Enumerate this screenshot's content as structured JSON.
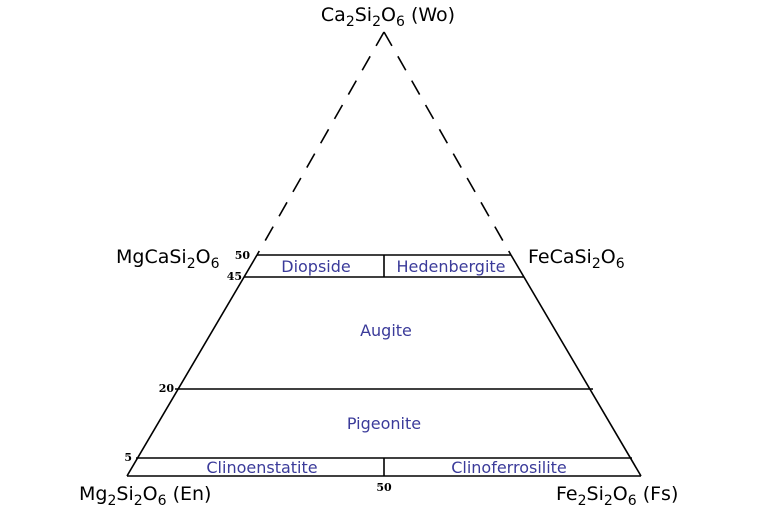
{
  "corners": {
    "wo": {
      "base": "Ca",
      "sub1": "2",
      "mid": "Si",
      "sub2": "2",
      "end": "O",
      "sub3": "6",
      "suffix": " (Wo)"
    },
    "en": {
      "base": "Mg",
      "sub1": "2",
      "mid": "Si",
      "sub2": "2",
      "end": "O",
      "sub3": "6",
      "suffix": " (En)"
    },
    "fs": {
      "base": "Fe",
      "sub1": "2",
      "mid": "Si",
      "sub2": "2",
      "end": "O",
      "sub3": "6",
      "suffix": " (Fs)"
    },
    "di": {
      "base": "MgCaSi",
      "sub1": "2",
      "end": "O",
      "sub3": "6"
    },
    "hd": {
      "base": "FeCaSi",
      "sub1": "2",
      "end": "O",
      "sub3": "6"
    }
  },
  "ticks": {
    "t50": "50",
    "t45": "45",
    "t20": "20",
    "t5": "5",
    "bottom50": "50"
  },
  "regions": {
    "diopside": "Diopside",
    "hedenbergite": "Hedenbergite",
    "augite": "Augite",
    "pigeonite": "Pigeonite",
    "clinoenstatite": "Clinoenstatite",
    "clinoferrosilite": "Clinoferrosilite"
  },
  "colors": {
    "label": "#3b3b9a",
    "line": "#000000"
  }
}
